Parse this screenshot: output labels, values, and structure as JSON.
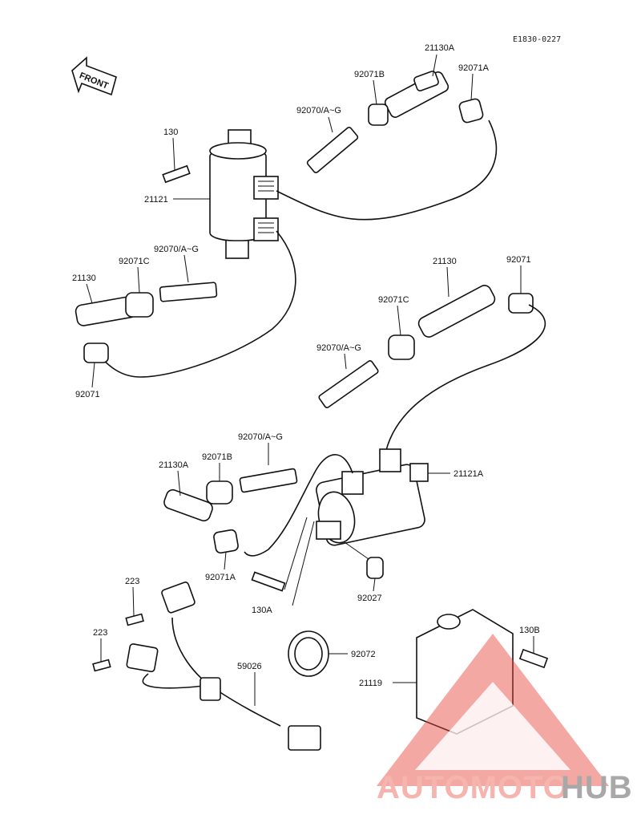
{
  "diagram": {
    "ref_code": "E1830-0227",
    "front_label": "FRONT",
    "labels": {
      "l130_top": "130",
      "l21121": "21121",
      "l92071B_top": "92071B",
      "l21130A_top": "21130A",
      "l92071A_top": "92071A",
      "l92070_top": "92070/A~G",
      "l92070_left": "92070/A~G",
      "l92071C_left": "92071C",
      "l21130_left": "21130",
      "l92071_left": "92071",
      "l21130_right": "21130",
      "l92071_right": "92071",
      "l92071C_right": "92071C",
      "l92070_mid": "92070/A~G",
      "l92070_lower": "92070/A~G",
      "l21130A_lower": "21130A",
      "l92071B_lower": "92071B",
      "l21121A": "21121A",
      "l92071A_lower": "92071A",
      "l130A": "130A",
      "l92027": "92027",
      "l223_a": "223",
      "l223_b": "223",
      "l59026": "59026",
      "l92072": "92072",
      "l130B": "130B",
      "l21119": "21119"
    }
  },
  "watermark": {
    "text_auto": "AUTOMOTO",
    "text_hub": "HUB",
    "color_primary": "#f4a7a0",
    "color_hub": "#9a9a9a",
    "color_triangle": "#e8463c"
  }
}
